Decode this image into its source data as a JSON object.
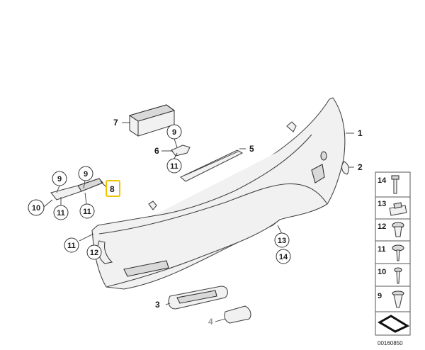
{
  "diagram": {
    "callouts": {
      "p1": "1",
      "p2": "2",
      "p3": "3",
      "p4": "4",
      "p5": "5",
      "p6": "6",
      "p7": "7",
      "p8": "8",
      "c9a": "9",
      "c9b": "9",
      "c9c": "9",
      "c10": "10",
      "c11a": "11",
      "c11b": "11",
      "c11c": "11",
      "c11d": "11",
      "c12": "12",
      "c13": "13",
      "c14": "14"
    },
    "highlight_color": "#f2c200",
    "legend": {
      "items": [
        "14",
        "13",
        "12",
        "11",
        "10",
        "9"
      ]
    },
    "diagram_id": "00160850"
  }
}
